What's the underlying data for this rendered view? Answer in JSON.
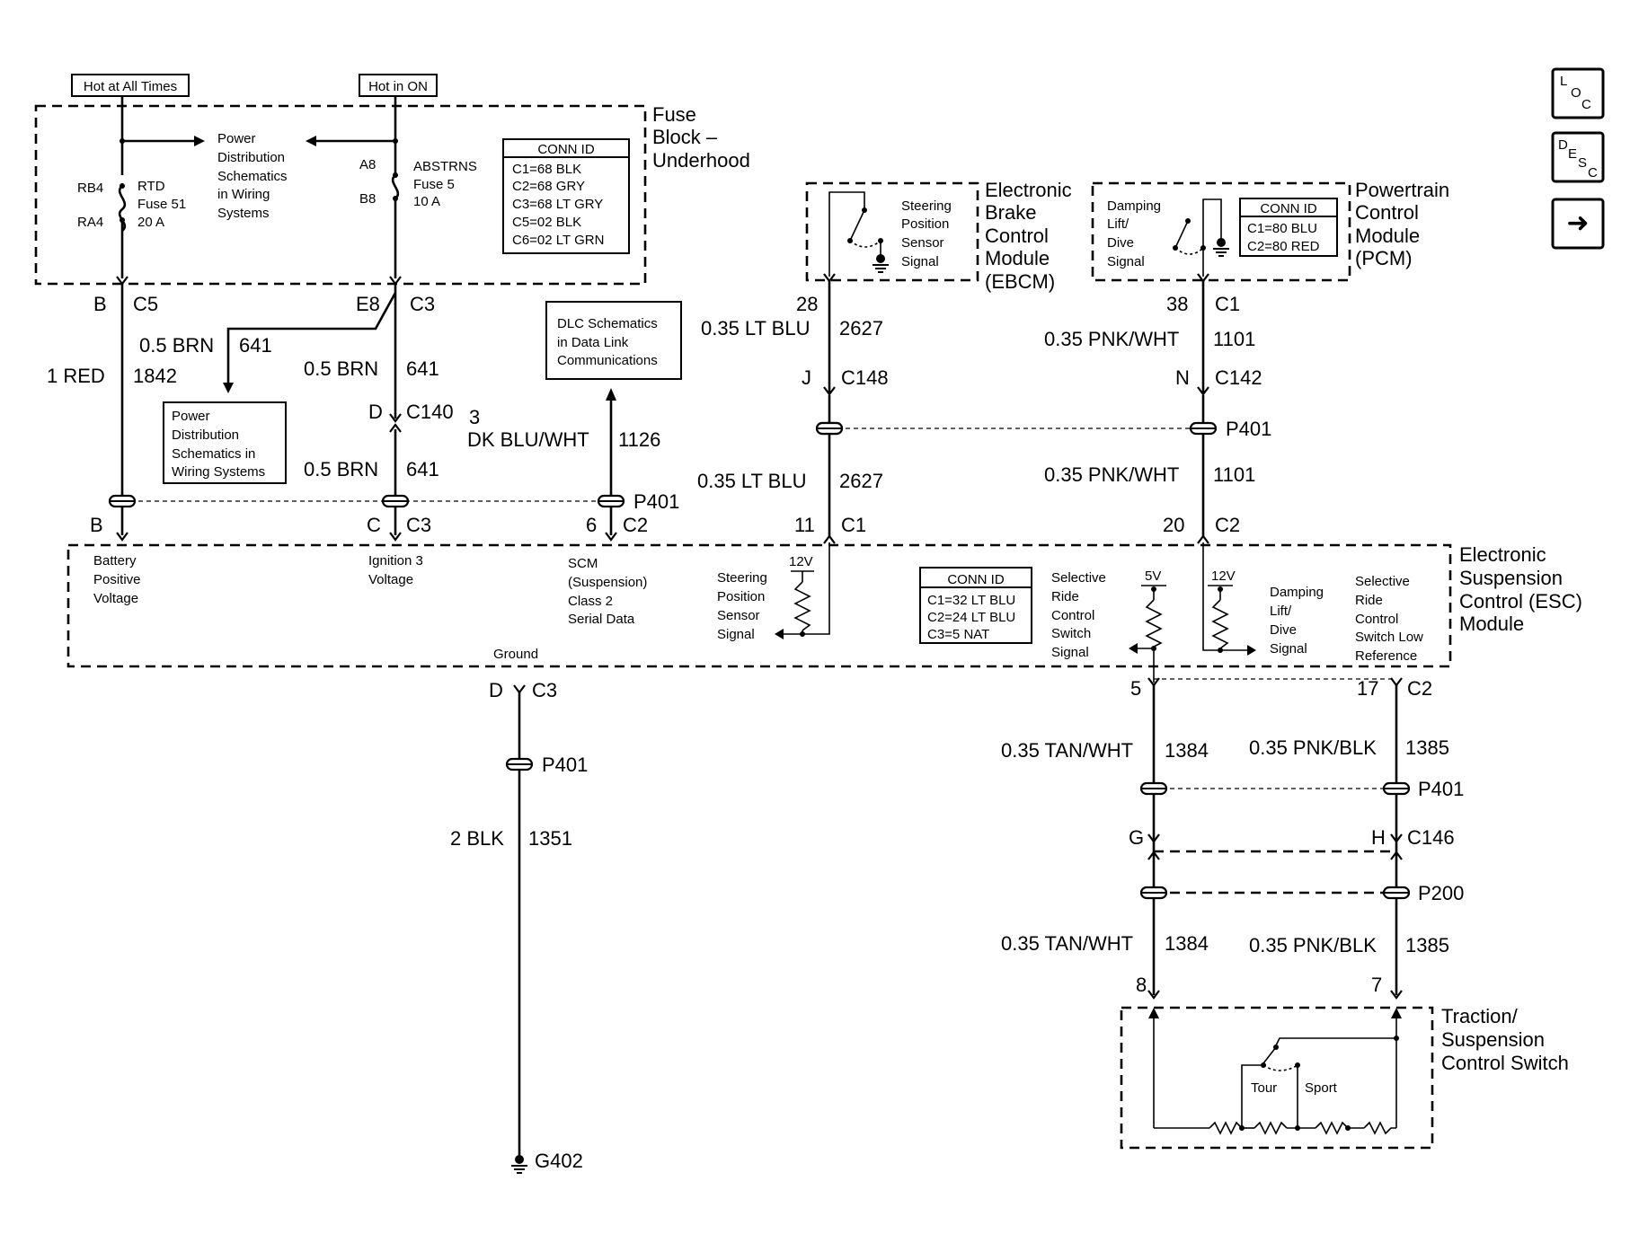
{
  "supply": {
    "hot_all_times": "Hot at All Times",
    "hot_in_on": "Hot in ON"
  },
  "fuse_block": {
    "title": [
      "Fuse",
      "Block –",
      "Underhood"
    ],
    "pins": {
      "rb4": "RB4",
      "ra4": "RA4",
      "a8": "A8",
      "b8": "B8"
    },
    "fuse51": [
      "RTD",
      "Fuse 51",
      "20 A"
    ],
    "fuse5": [
      "ABSTRNS",
      "Fuse 5",
      "10 A"
    ],
    "power_dist": [
      "Power",
      "Distribution",
      "Schematics",
      "in Wiring",
      "Systems"
    ],
    "conn_id": {
      "title": "CONN ID",
      "rows": [
        "C1=68 BLK",
        "C2=68 GRY",
        "C3=68 LT GRY",
        "C5=02 BLK",
        "C6=02 LT GRN"
      ]
    }
  },
  "left_circuits": {
    "b": "B",
    "c5": "C5",
    "e8": "E8",
    "c3": "C3",
    "brn641_a": "0.5 BRN",
    "n641_a": "641",
    "red": "1 RED",
    "n1842": "1842",
    "brn641_b": "0.5 BRN",
    "n641_b": "641",
    "d": "D",
    "c140": "C140",
    "brn641_c": "0.5 BRN",
    "n641_c": "641",
    "power_dist2": [
      "Power",
      "Distribution",
      "Schematics in",
      "Wiring Systems"
    ],
    "dlc": [
      "DLC Schematics",
      "in Data Link",
      "Communications"
    ],
    "three": "3",
    "dkblu": "DK BLU/WHT",
    "n1126": "1126",
    "p401": "P401",
    "bot_b": "B",
    "bot_c": "C",
    "bot_c3": "C3",
    "bot_6": "6",
    "bot_c2": "C2"
  },
  "ebcm": {
    "title": [
      "Electronic",
      "Brake",
      "Control",
      "Module",
      "(EBCM)"
    ],
    "signal": [
      "Steering",
      "Position",
      "Sensor",
      "Signal"
    ],
    "pin28": "28",
    "ltblu_a": "0.35 LT BLU",
    "n2627_a": "2627",
    "j": "J",
    "c148": "C148",
    "ltblu_b": "0.35 LT BLU",
    "n2627_b": "2627",
    "pin11": "11",
    "c1": "C1"
  },
  "pcm": {
    "title": [
      "Powertrain",
      "Control",
      "Module",
      "(PCM)"
    ],
    "signal": [
      "Damping",
      "Lift/",
      "Dive",
      "Signal"
    ],
    "conn_id": {
      "title": "CONN ID",
      "rows": [
        "C1=80 BLU",
        "C2=80 RED"
      ]
    },
    "pin38": "38",
    "c1": "C1",
    "pnk_a": "0.35 PNK/WHT",
    "n1101_a": "1101",
    "n": "N",
    "c142": "C142",
    "p401": "P401",
    "pnk_b": "0.35 PNK/WHT",
    "n1101_b": "1101",
    "pin20": "20",
    "c2": "C2"
  },
  "esc": {
    "title": [
      "Electronic",
      "Suspension",
      "Control (ESC)",
      "Module"
    ],
    "battery": [
      "Battery",
      "Positive",
      "Voltage"
    ],
    "ignition": [
      "Ignition 3",
      "Voltage"
    ],
    "scm": [
      "SCM",
      "(Suspension)",
      "Class 2",
      "Serial Data"
    ],
    "steering": [
      "Steering",
      "Position",
      "Sensor",
      "Signal"
    ],
    "v12a": "12V",
    "conn_id": {
      "title": "CONN ID",
      "rows": [
        "C1=32 LT BLU",
        "C2=24 LT BLU",
        "C3=5 NAT"
      ]
    },
    "selective": [
      "Selective",
      "Ride",
      "Control",
      "Switch",
      "Signal"
    ],
    "v5": "5V",
    "v12b": "12V",
    "damping": [
      "Damping",
      "Lift/",
      "Dive",
      "Signal"
    ],
    "selective_low": [
      "Selective",
      "Ride",
      "Control",
      "Switch Low",
      "Reference"
    ],
    "ground": "Ground"
  },
  "ground_circuit": {
    "d": "D",
    "c3": "C3",
    "p401": "P401",
    "blk": "2 BLK",
    "n1351": "1351",
    "g402": "G402"
  },
  "right_circuits": {
    "pin5": "5",
    "pin17": "17",
    "c2": "C2",
    "tan_a": "0.35 TAN/WHT",
    "n1384_a": "1384",
    "pnkblk_a": "0.35 PNK/BLK",
    "n1385_a": "1385",
    "p401": "P401",
    "g": "G",
    "h": "H",
    "c146": "C146",
    "p200": "P200",
    "tan_b": "0.35 TAN/WHT",
    "n1384_b": "1384",
    "pnkblk_b": "0.35 PNK/BLK",
    "n1385_b": "1385",
    "pin8": "8",
    "pin7": "7"
  },
  "switch": {
    "title": [
      "Traction/",
      "Suspension",
      "Control Switch"
    ],
    "tour": "Tour",
    "sport": "Sport"
  },
  "nav": {
    "loc": [
      "L",
      "O",
      "C"
    ],
    "desc": [
      "D",
      "E",
      "S",
      "C"
    ],
    "arrow": "➜"
  }
}
